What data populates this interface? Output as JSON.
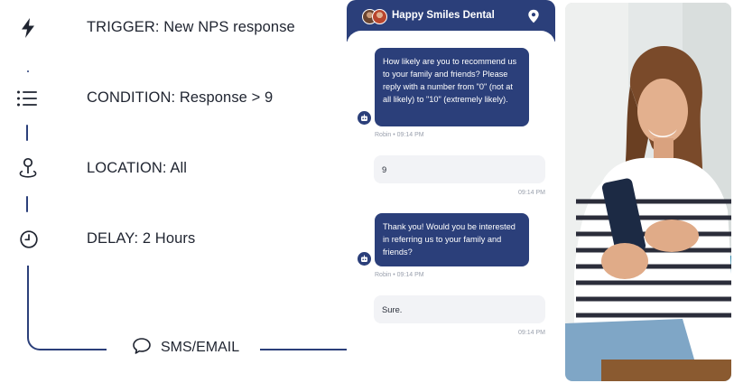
{
  "workflow": {
    "steps": [
      {
        "icon": "lightning-icon",
        "label": "TRIGGER: New NPS response"
      },
      {
        "icon": "list-icon",
        "label": "CONDITION:  Response > 9"
      },
      {
        "icon": "location-pin-icon",
        "label": "LOCATION:  All"
      },
      {
        "icon": "clock-icon",
        "label": "DELAY:  2 Hours"
      }
    ],
    "channel": {
      "icon": "chat-bubble-icon",
      "label": "SMS/EMAIL"
    }
  },
  "chat": {
    "header_title": "Happy Smiles Dental",
    "messages": [
      {
        "from": "bot",
        "text": "How likely are you to recommend us to your family and friends? Please reply with a number from \"0\" (not at all likely) to \"10\" (extremely likely).",
        "meta": "Robin • 09:14 PM"
      },
      {
        "from": "user",
        "text": "9",
        "meta": "09:14 PM"
      },
      {
        "from": "bot",
        "text": "Thank you! Would you be interested in referring us to your family and friends?",
        "meta": "Robin • 09:14 PM"
      },
      {
        "from": "user",
        "text": "Sure.",
        "meta": "09:14 PM"
      }
    ]
  },
  "colors": {
    "accent": "#2b3f7a",
    "user_bubble": "#f2f3f6",
    "text": "#1f2430",
    "meta": "#9aa0ad"
  }
}
